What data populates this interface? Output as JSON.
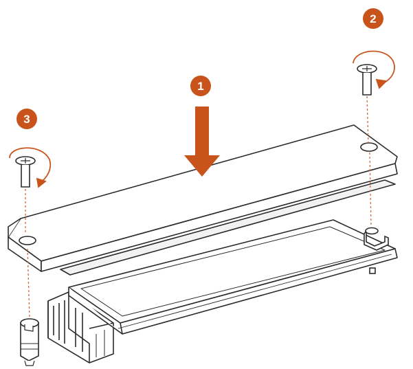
{
  "colors": {
    "accent": "#c8541c",
    "line": "#2a2a2a",
    "guide": "#d06a3a",
    "fill": "#ffffff",
    "shade": "#e8e8e8"
  },
  "steps": [
    {
      "number": "1"
    },
    {
      "number": "2"
    },
    {
      "number": "3"
    }
  ],
  "icons": {
    "arrow": "down-arrow-icon",
    "rotate": "clockwise-rotate-icon",
    "screw": "screw-icon",
    "standoff": "standoff-icon"
  }
}
